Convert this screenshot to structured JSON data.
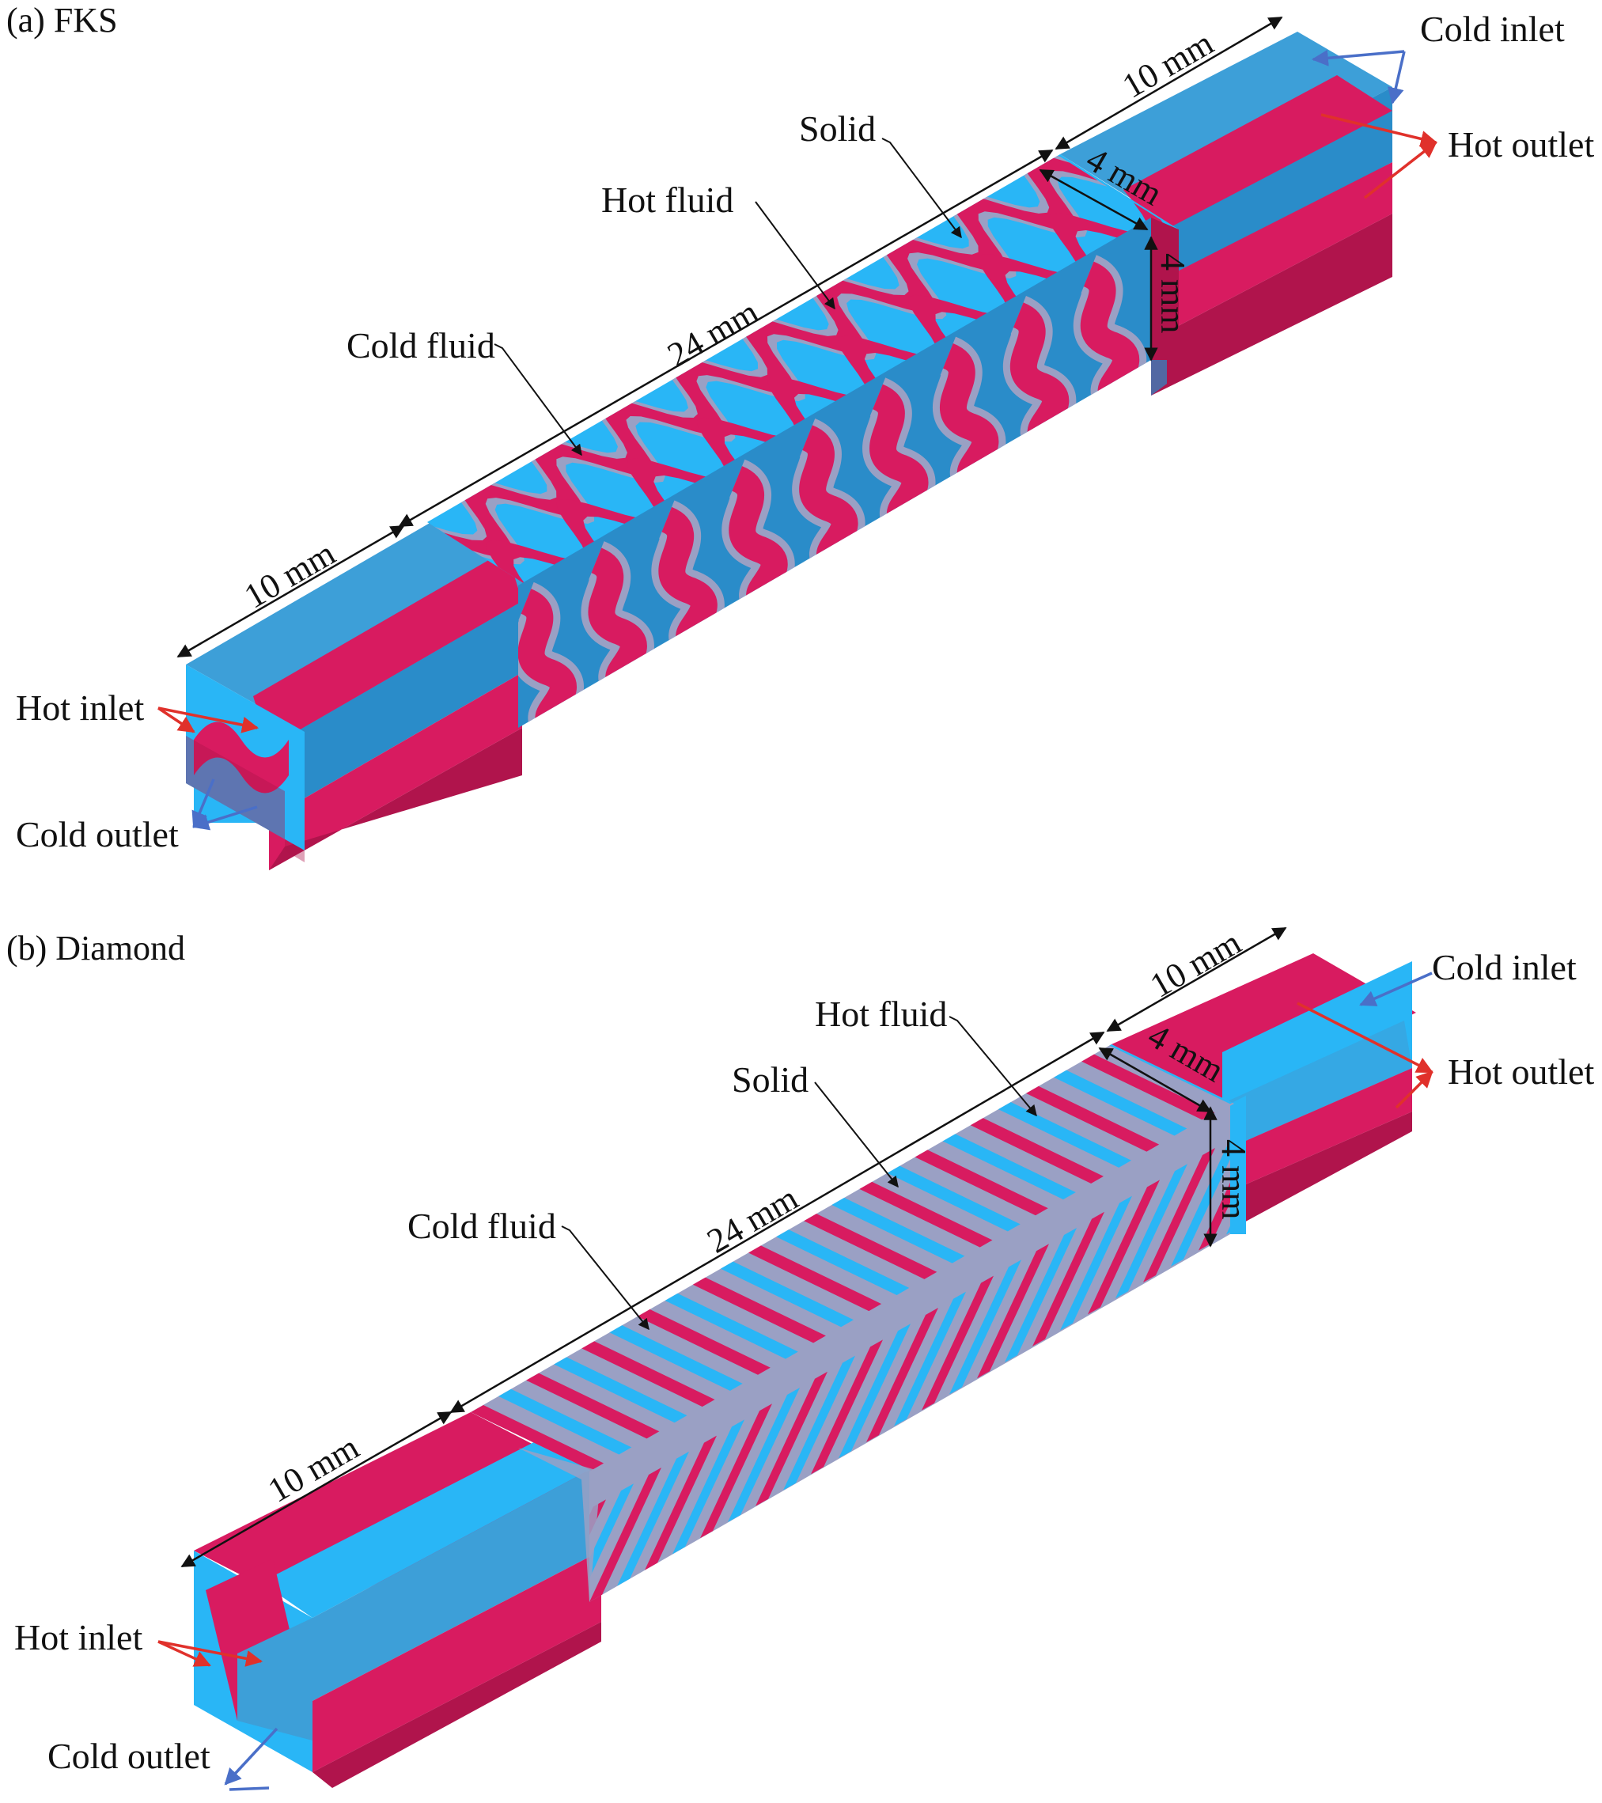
{
  "panel_a": {
    "title": "(a) FKS",
    "labels": {
      "cold_inlet": "Cold inlet",
      "hot_outlet": "Hot outlet",
      "solid": "Solid",
      "hot_fluid": "Hot fluid",
      "cold_fluid": "Cold fluid",
      "hot_inlet": "Hot inlet",
      "cold_outlet": "Cold outlet"
    },
    "dims": {
      "left_length": "10 mm",
      "mid_length": "24 mm",
      "right_length": "10 mm",
      "width": "4 mm",
      "height": "4 mm"
    }
  },
  "panel_b": {
    "title": "(b) Diamond",
    "labels": {
      "cold_inlet": "Cold inlet",
      "hot_outlet": "Hot outlet",
      "hot_fluid": "Hot fluid",
      "solid": "Solid",
      "cold_fluid": "Cold fluid",
      "hot_inlet": "Hot inlet",
      "cold_outlet": "Cold outlet"
    },
    "dims": {
      "left_length": "10 mm",
      "mid_length": "24 mm",
      "right_length": "10 mm",
      "width": "4 mm",
      "height": "4 mm"
    }
  },
  "colors": {
    "hot": "#d81b60",
    "hot_dark": "#b0144c",
    "cold": "#29b6f6",
    "cold_dark": "#2a8cc9",
    "cold_mid": "#3d9fd8",
    "solid": "#9aa0c4",
    "cold_arrow": "#4a6fc8",
    "hot_arrow": "#e0312b"
  }
}
